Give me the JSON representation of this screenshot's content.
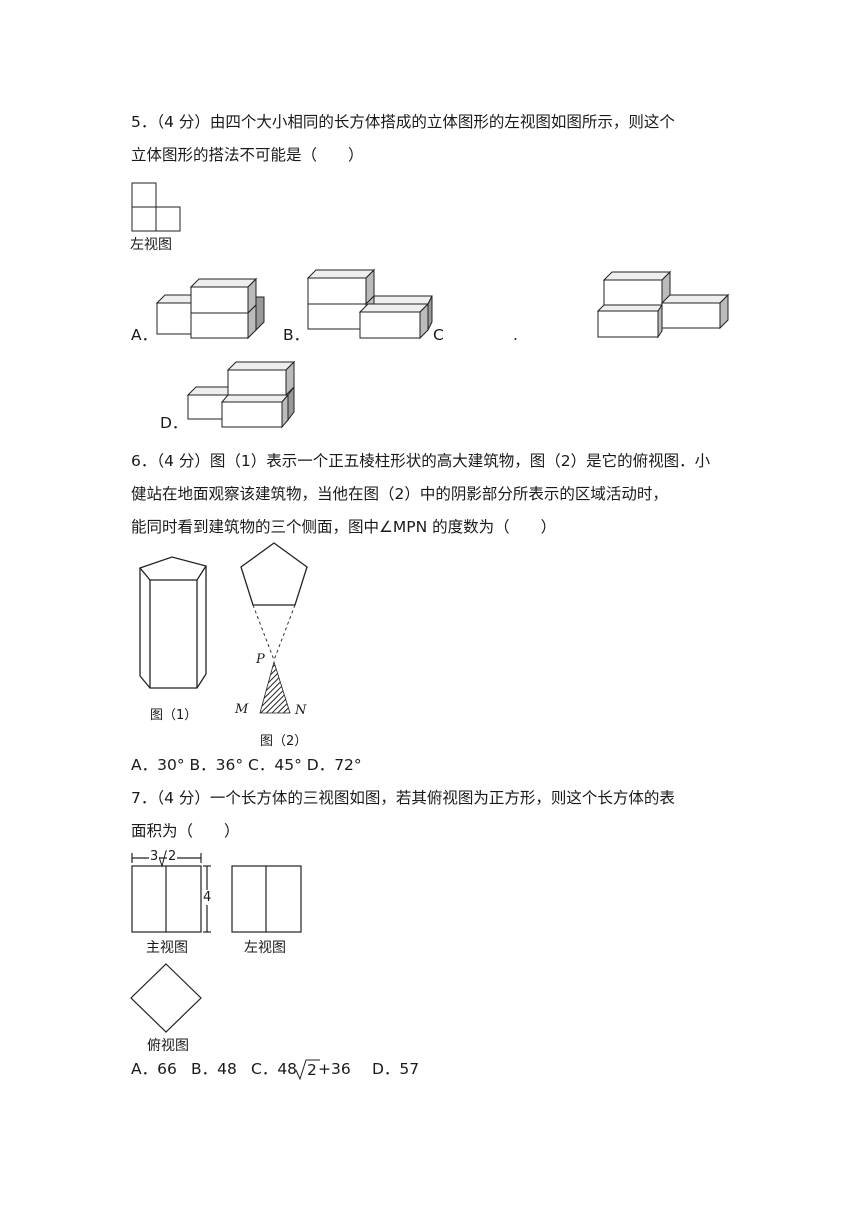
{
  "q5": {
    "line1": "5．（4 分）由四个大小相同的长方体搭成的立体图形的左视图如图所示，则这个",
    "line2": "立体图形的搭法不可能是（　　）",
    "left_view_caption": "左视图",
    "opt_a": "A．",
    "opt_b": "B．",
    "opt_c": "C",
    "opt_c_dot": ".",
    "opt_d": "D．"
  },
  "q6": {
    "line1": "6．（4 分）图（1）表示一个正五棱柱形状的高大建筑物，图（2）是它的俯视图．小",
    "line2": "健站在地面观察该建筑物，当他在图（2）中的阴影部分所表示的区域活动时，",
    "line3": "能同时看到建筑物的三个侧面，图中∠MPN 的度数为（　　）",
    "fig1_caption": "图（1）",
    "fig2_caption": "图（2）",
    "point_p": "P",
    "point_m": "M",
    "point_n": "N",
    "options": "A．30° B．36° C．45° D．72°"
  },
  "q7": {
    "line1": "7．（4 分）一个长方体的三视图如图，若其俯视图为正方形，则这个长方体的表",
    "line2": "面积为（　　）",
    "dim_top_prefix": "3",
    "dim_top_radicand": "2",
    "dim_height": "4",
    "front_caption": "主视图",
    "left_caption": "左视图",
    "top_caption": "俯视图",
    "opt_a": "A．66",
    "opt_b": "B．48",
    "opt_c_prefix": "C．48",
    "opt_c_radicand": "2",
    "opt_c_suffix": "+36",
    "opt_d": "D．57"
  }
}
